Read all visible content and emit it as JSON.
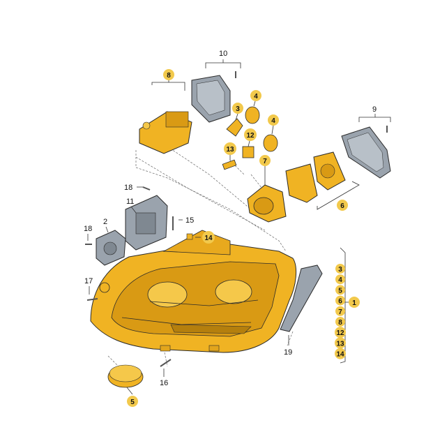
{
  "badge_color": "#f2c94c",
  "part_color": "#f0b323",
  "part_shadow": "#c98b10",
  "gray_part": "#9aa3ad",
  "labels": {
    "p10": "10",
    "p8": "8",
    "p4a": "4",
    "p3": "3",
    "p4b": "4",
    "p12": "12",
    "p13": "13",
    "p7": "7",
    "p9": "9",
    "p6": "6",
    "p18a": "18",
    "p11": "11",
    "p15": "15",
    "p2": "2",
    "p18b": "18",
    "p14": "14",
    "p17": "17",
    "p19": "19",
    "p16": "16",
    "p5": "5",
    "p1": "1"
  },
  "kit_list": [
    "3",
    "4",
    "5",
    "6",
    "7",
    "8",
    "12",
    "13",
    "14"
  ]
}
